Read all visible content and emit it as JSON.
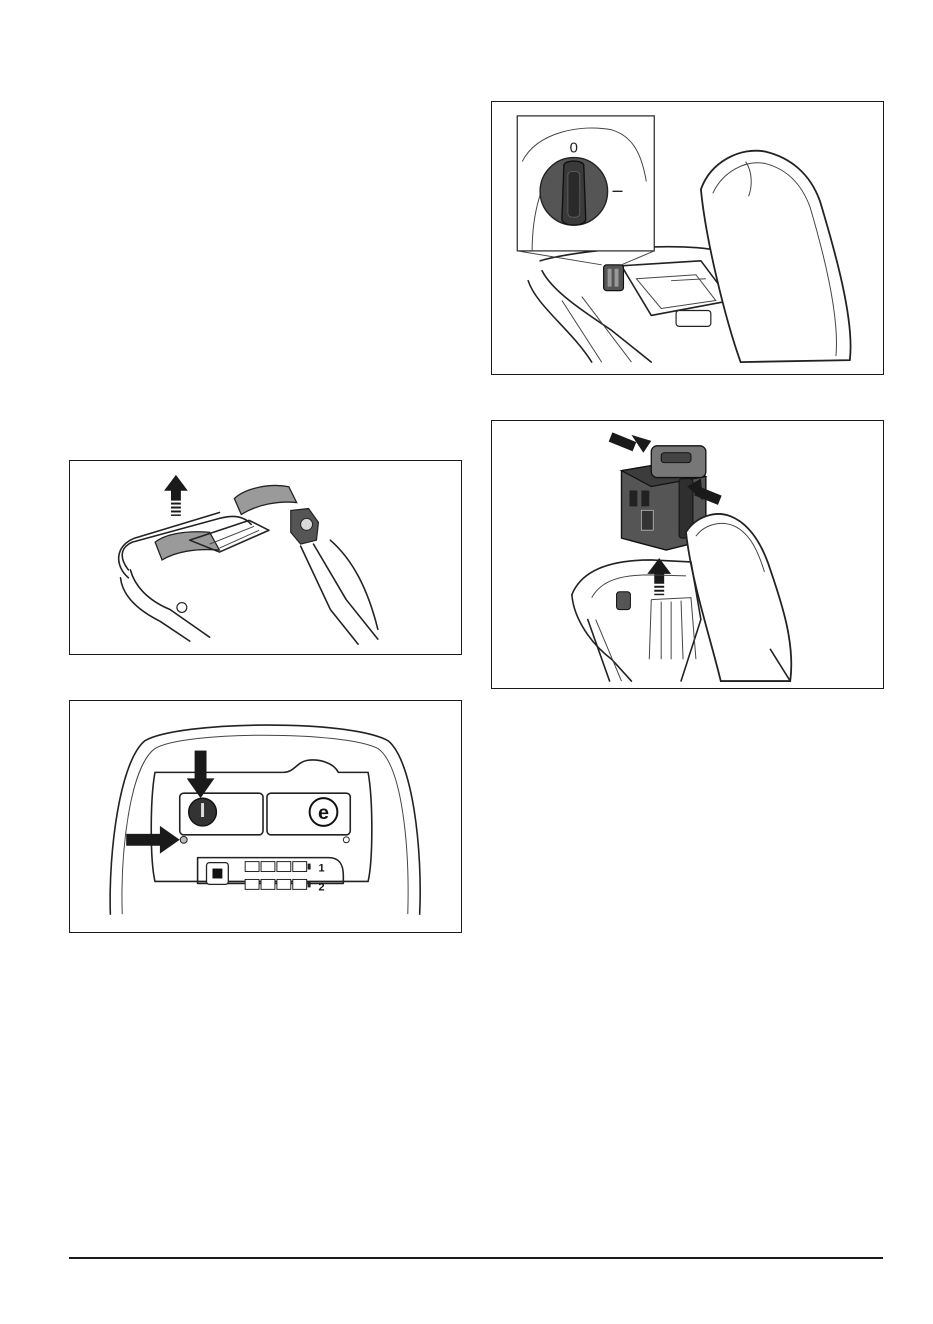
{
  "figures": {
    "handle": {},
    "control_panel": {
      "battery_slot_labels": [
        "1",
        "2"
      ],
      "eco_symbol": "e"
    },
    "main_switch": {
      "dial_off_label": "0",
      "dial_on_label": "I"
    },
    "battery_removal": {}
  },
  "icons": [
    "arrow-up-icon",
    "arrow-down-icon",
    "arrow-right-icon",
    "arrow-left-icon",
    "power-button-icon",
    "eco-mode-icon",
    "battery-indicator-icon",
    "rotary-switch-icon"
  ],
  "colors": {
    "ink": "#1a1a1a",
    "dark_gray": "#555555",
    "mid_gray": "#9a9a9a",
    "light_gray": "#d9d9d9"
  }
}
